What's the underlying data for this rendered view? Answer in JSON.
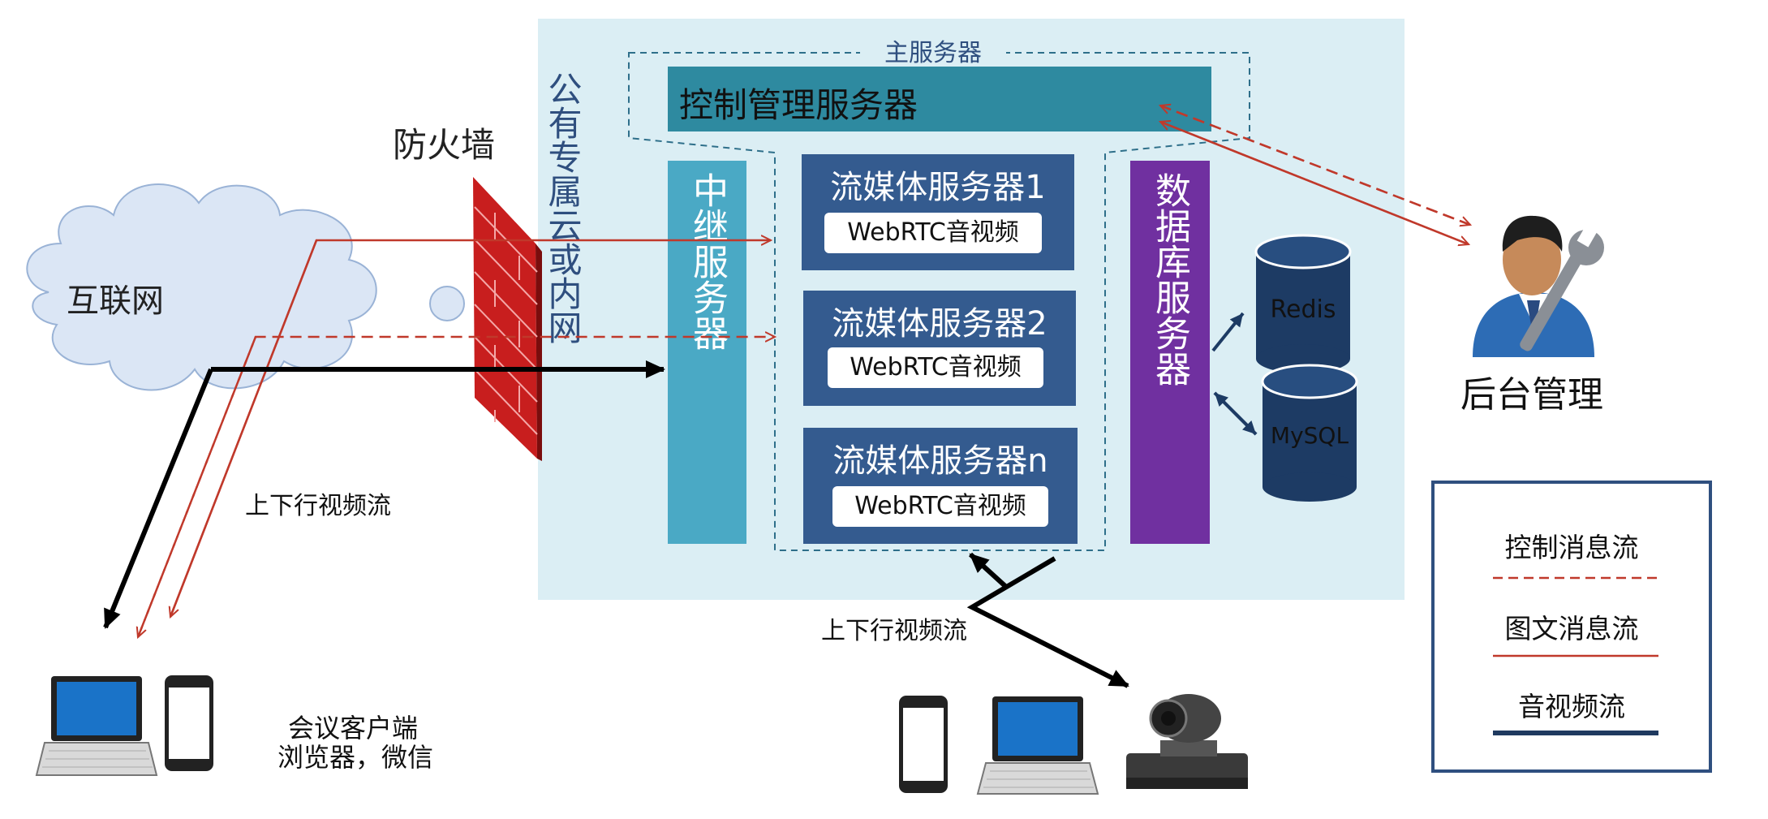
{
  "labels": {
    "internet": "互联网",
    "firewall": "防火墙",
    "cloud_vertical": "公有专属云或内网",
    "main_server": "主服务器",
    "control_server": "控制管理服务器",
    "relay_server": "中继服务器",
    "db_server": "数据库服务器",
    "redis": "Redis",
    "mysql": "MySQL",
    "admin": "后台管理",
    "stream_left": "上下行视频流",
    "stream_bottom": "上下行视频流",
    "client_line1": "会议客户端",
    "client_line2": "浏览器，微信"
  },
  "media_servers": [
    {
      "title": "流媒体服务器1",
      "badge": "WebRTC音视频"
    },
    {
      "title": "流媒体服务器2",
      "badge": "WebRTC音视频"
    },
    {
      "title": "流媒体服务器n",
      "badge": "WebRTC音视频"
    }
  ],
  "legend": [
    {
      "label": "控制消息流",
      "style": "dashed",
      "color": "#c0392b"
    },
    {
      "label": "图文消息流",
      "style": "solid",
      "color": "#c0392b"
    },
    {
      "label": "音视频流",
      "style": "thick",
      "color": "#1f3a5f"
    }
  ],
  "colors": {
    "panel": "#dbeef4",
    "control_server": "#2e8aa0",
    "relay_server": "#4aa9c5",
    "media_server": "#345b8f",
    "db_server": "#7030a0",
    "db_cylinder": "#1d3b64",
    "firewall": "#c81e1e",
    "arrow_red": "#c0392b",
    "arrow_black": "#000000",
    "legend_border": "#2f4f7f"
  }
}
